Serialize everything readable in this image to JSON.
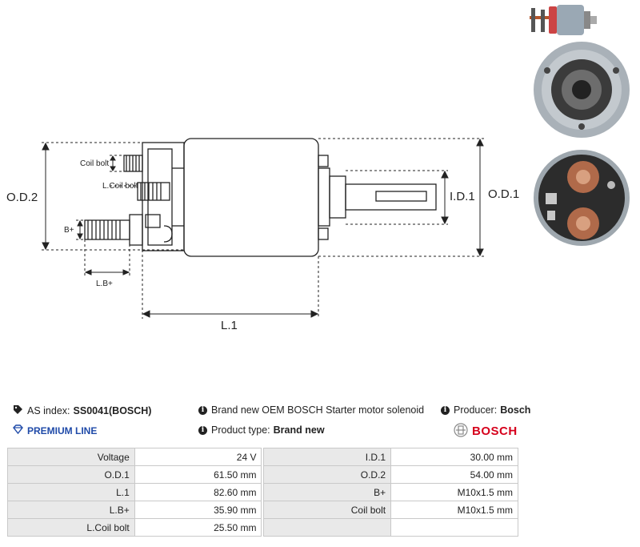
{
  "diagram": {
    "labels": {
      "od2": "O.D.2",
      "od1": "O.D.1",
      "id1": "I.D.1",
      "l1": "L.1",
      "coil_bolt": "Coil bolt",
      "l_coil_bolt": "L.Coil bolt",
      "b_plus": "B+",
      "lb_plus": "L.B+"
    }
  },
  "info": {
    "as_index_label": "AS index:",
    "as_index_value": "SS0041(BOSCH)",
    "description": "Brand new OEM BOSCH Starter motor solenoid",
    "producer_label": "Producer:",
    "producer_value": "Bosch",
    "premium_line": "PREMIUM LINE",
    "product_type_label": "Product type:",
    "product_type_value": "Brand new",
    "brand_logo_text": "BOSCH"
  },
  "specs": [
    {
      "label": "Voltage",
      "value": "24 V",
      "label2": "I.D.1",
      "value2": "30.00 mm"
    },
    {
      "label": "O.D.1",
      "value": "61.50 mm",
      "label2": "O.D.2",
      "value2": "54.00 mm"
    },
    {
      "label": "L.1",
      "value": "82.60 mm",
      "label2": "B+",
      "value2": "M10x1.5 mm"
    },
    {
      "label": "L.B+",
      "value": "35.90 mm",
      "label2": "Coil bolt",
      "value2": "M10x1.5 mm"
    },
    {
      "label": "L.Coil bolt",
      "value": "25.50 mm",
      "label2": "",
      "value2": ""
    }
  ],
  "colors": {
    "premium": "#1f4aa8",
    "brand": "#d6001c",
    "label_bg": "#e9e9e9"
  },
  "icons": [
    "tag-icon",
    "diamond-icon",
    "info-icon",
    "bosch-logo-icon"
  ]
}
